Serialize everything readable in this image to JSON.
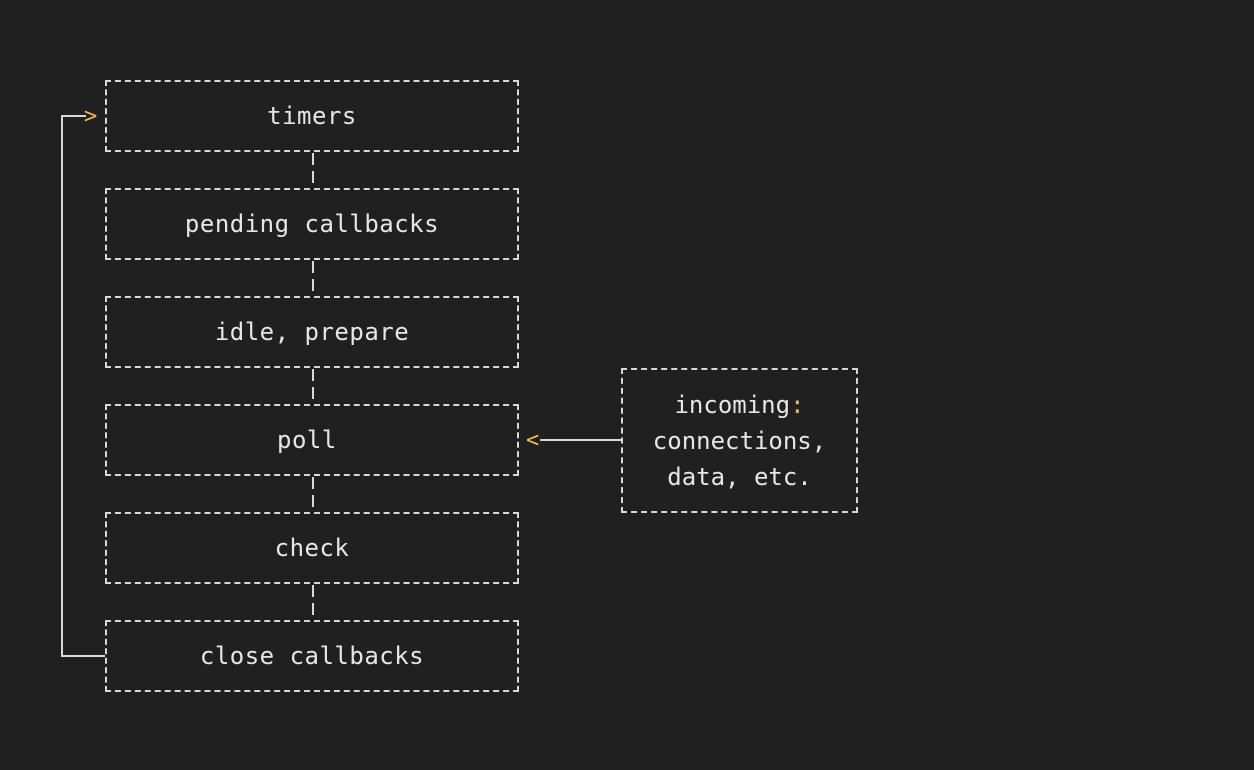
{
  "diagram": {
    "phases": [
      {
        "label": "timers"
      },
      {
        "label": "pending callbacks"
      },
      {
        "label": "idle, prepare"
      },
      {
        "label": "poll"
      },
      {
        "label": "check"
      },
      {
        "label": "close callbacks"
      }
    ],
    "incoming": {
      "title": "incoming",
      "title_suffix": ":",
      "line2": "connections,",
      "line3": "data, etc."
    },
    "loop_arrow_head": ">",
    "poll_arrow_head": "<"
  },
  "colors": {
    "background": "#202020",
    "line": "#d8d8d8",
    "text": "#e6e6e6",
    "accent": "#f2b65a"
  }
}
